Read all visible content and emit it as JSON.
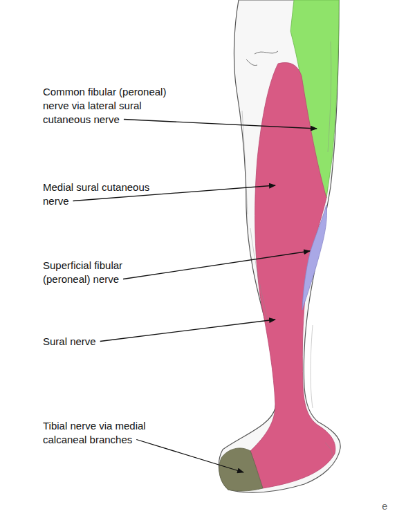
{
  "diagram": {
    "labels": [
      "Common fibular (peroneal) nerve via lateral sural cutaneous nerve",
      "Medial sural cutaneous nerve",
      "Superficial fibular (peroneal) nerve",
      "Sural nerve",
      "Tibial nerve via medial calcaneal branches",
      "e"
    ]
  }
}
